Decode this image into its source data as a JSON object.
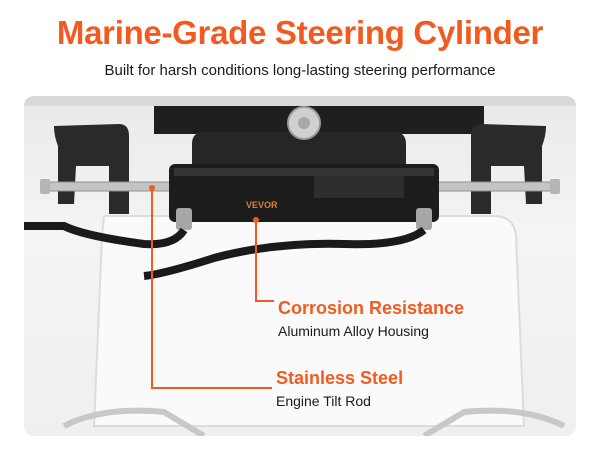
{
  "header": {
    "title": "Marine-Grade Steering Cylinder",
    "subtitle": "Built for harsh conditions long-lasting steering performance"
  },
  "product": {
    "brand_mark": "VEVOR"
  },
  "callouts": [
    {
      "title": "Corrosion Resistance",
      "detail": "Aluminum Alloy Housing"
    },
    {
      "title": "Stainless Steel",
      "detail": "Engine Tilt Rod"
    }
  ],
  "colors": {
    "accent": "#f25a1f",
    "text": "#1a1a1a",
    "background": "#ffffff"
  }
}
